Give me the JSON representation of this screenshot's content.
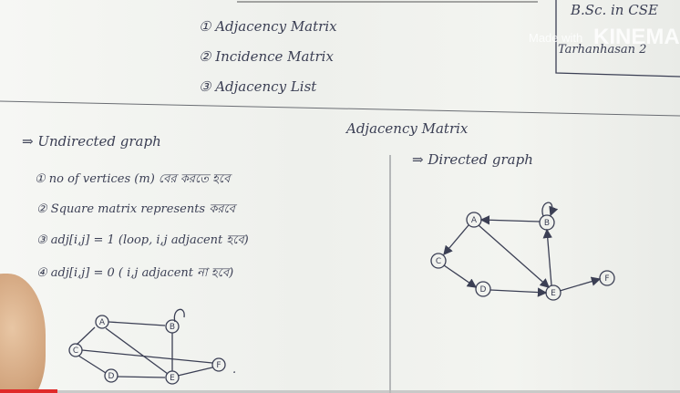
{
  "top_list": {
    "item1": "① Adjacency Matrix",
    "item2": "② Incidence Matrix",
    "item3": "③ Adjacency List"
  },
  "top_right": {
    "line1": "B.Sc. in CSE",
    "line2": "Tarhanhasan 2"
  },
  "watermark": {
    "prefix": "Made with",
    "brand": "KINEMA"
  },
  "section_heading": "Adjacency Matrix",
  "undirected": {
    "heading": "⇒ Undirected graph",
    "points": [
      "① no of vertices (m) বের করতে হবে",
      "② Square matrix represents করবে",
      "③ adj[i,j] = 1 (loop, i,j adjacent হবে)",
      "④ adj[i,j] = 0 ( i,j adjacent না হবে)"
    ],
    "nodes": {
      "a": "A",
      "b": "B",
      "c": "C",
      "d": "D",
      "e": "E",
      "f": "F"
    },
    "tail_dot": "."
  },
  "directed": {
    "heading": "⇒ Directed graph",
    "nodes": {
      "a": "A",
      "b": "B",
      "c": "C",
      "d": "D",
      "e": "E",
      "f": "F"
    }
  },
  "colors": {
    "ink": "#3b3f54",
    "paper": "#f3f4f1",
    "progress": "#e02a2a"
  }
}
